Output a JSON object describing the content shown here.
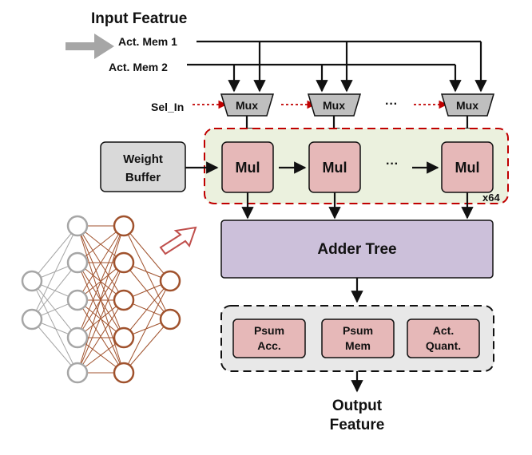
{
  "labels": {
    "input_title": "Input Featrue",
    "act_mem_1": "Act. Mem 1",
    "act_mem_2": "Act. Mem 2",
    "sel_in": "Sel_In",
    "mux": "Mux",
    "ellipsis": "···",
    "weight_buffer_line1": "Weight",
    "weight_buffer_line2": "Buffer",
    "mul": "Mul",
    "x64": "x64",
    "adder_tree": "Adder Tree",
    "psum_acc_line1": "Psum",
    "psum_acc_line2": "Acc.",
    "psum_mem_line1": "Psum",
    "psum_mem_line2": "Mem",
    "act_quant_line1": "Act.",
    "act_quant_line2": "Quant.",
    "output_line1": "Output",
    "output_line2": "Feature"
  },
  "colors": {
    "mul_fill": "#e6b8b8",
    "mux_fill": "#bfbfbf",
    "weight_buffer_fill": "#d9d9d9",
    "adder_tree_fill": "#ccc0da",
    "post_proc_fill": "#e8e8e8",
    "mul_region_fill": "#ebf1de",
    "mul_region_border": "#c00000",
    "sel_arrow": "#c00000",
    "input_arrow": "#a6a6a6",
    "nn_gray": "#a6a6a6",
    "nn_brown": "#a0522d"
  },
  "nn": {
    "layers": [
      {
        "neurons": 2,
        "color": "gray"
      },
      {
        "neurons": 5,
        "color": "gray"
      },
      {
        "neurons": 5,
        "color": "brown"
      },
      {
        "neurons": 2,
        "color": "brown"
      }
    ]
  }
}
